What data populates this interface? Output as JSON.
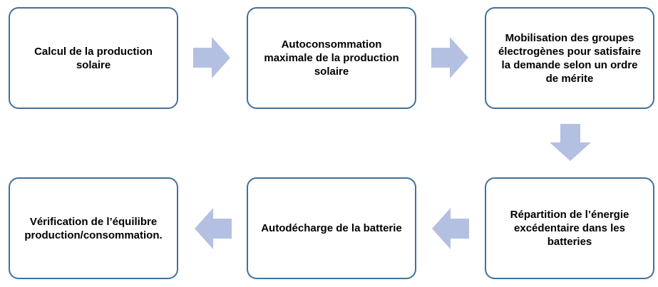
{
  "colors": {
    "box_border": "#41719c",
    "arrow_fill": "#b4c0e2"
  },
  "steps": [
    {
      "label": "Calcul de la production solaire"
    },
    {
      "label": "Autoconsommation maximale de la production solaire"
    },
    {
      "label": "Mobilisation des groupes électrogènes pour satisfaire la demande selon un ordre de mérite"
    },
    {
      "label": "Répartition de l’énergie excédentaire dans les batteries"
    },
    {
      "label": "Autodécharge de la batterie"
    },
    {
      "label": "Vérification de l’équilibre production/consommation."
    }
  ],
  "connections": [
    {
      "from": 1,
      "to": 2,
      "direction": "right"
    },
    {
      "from": 2,
      "to": 3,
      "direction": "right"
    },
    {
      "from": 3,
      "to": 4,
      "direction": "down"
    },
    {
      "from": 4,
      "to": 5,
      "direction": "left"
    },
    {
      "from": 5,
      "to": 6,
      "direction": "left"
    }
  ]
}
